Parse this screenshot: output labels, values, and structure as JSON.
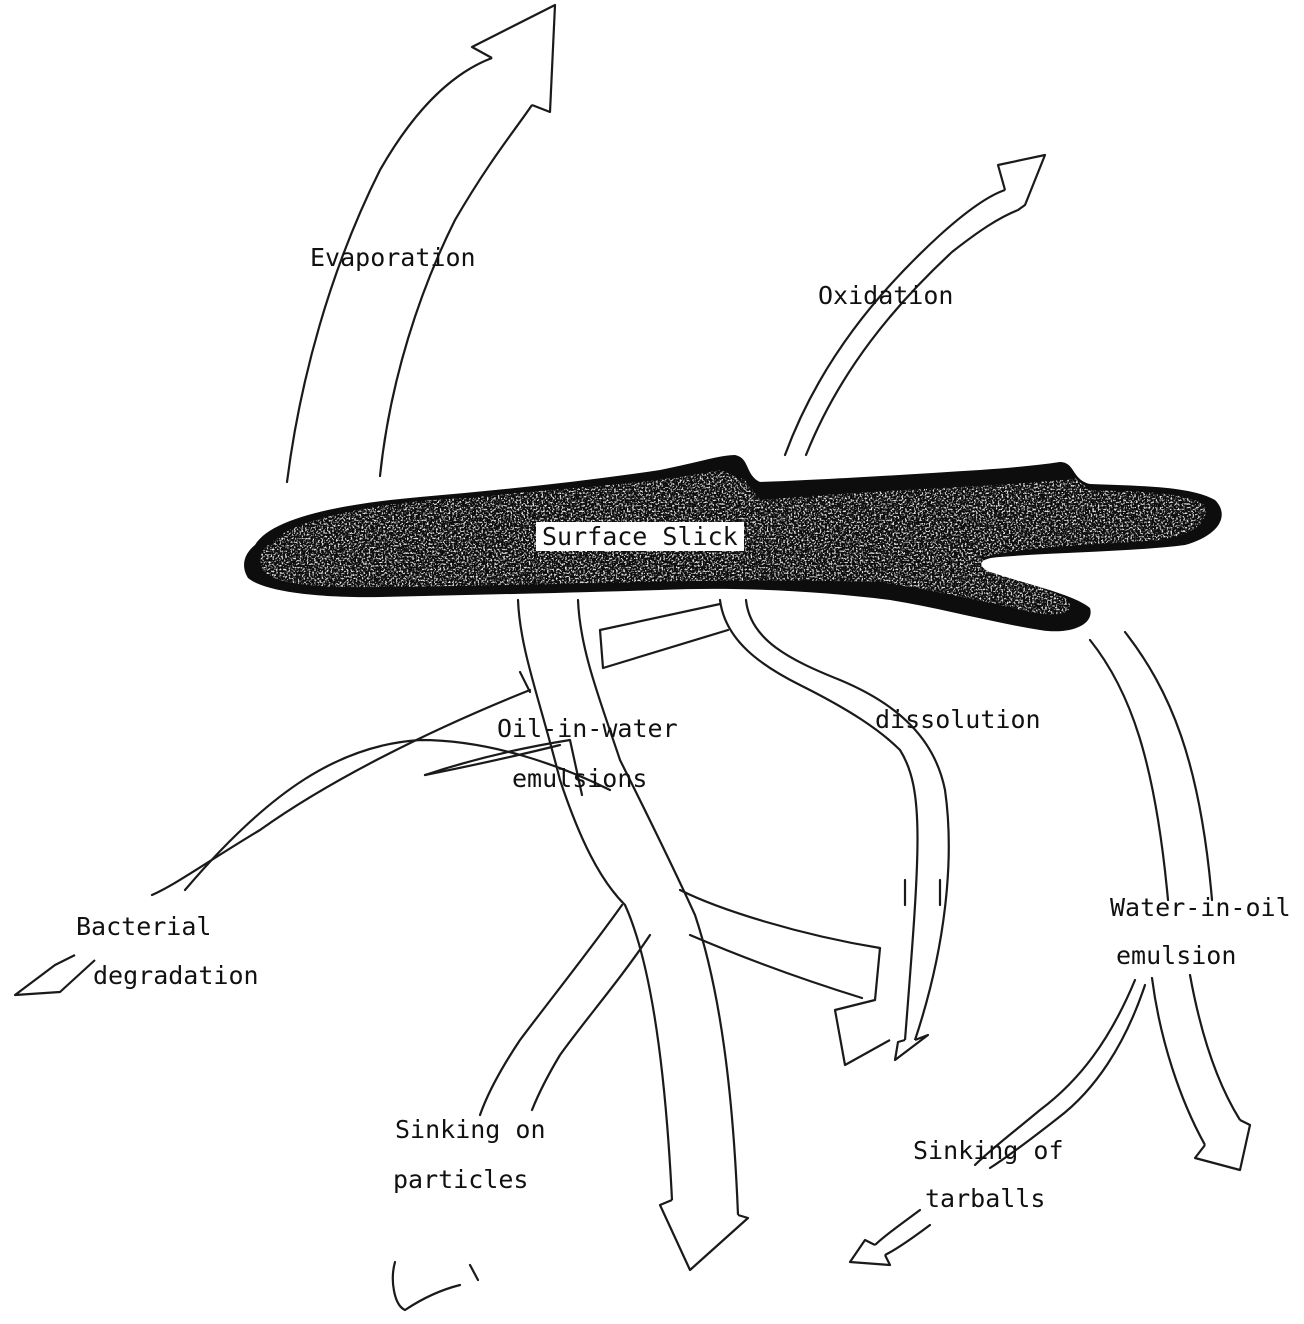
{
  "diagram": {
    "slick": {
      "label": "Surface Slick",
      "color": "#0d0d0d"
    },
    "processes": {
      "evaporation": "Evaporation",
      "oxidation": "Oxidation",
      "oil_in_water_line1": "Oil-in-water",
      "oil_in_water_line2": "emulsions",
      "dissolution": "dissolution",
      "water_in_oil_line1": "Water-in-oil",
      "water_in_oil_line2": "emulsion",
      "bacterial_line1": "Bacterial",
      "bacterial_line2": "degradation",
      "sinking_particles_line1": "Sinking on",
      "sinking_particles_line2": "particles",
      "sinking_tarballs_line1": "Sinking of",
      "sinking_tarballs_line2": "tarballs"
    }
  }
}
